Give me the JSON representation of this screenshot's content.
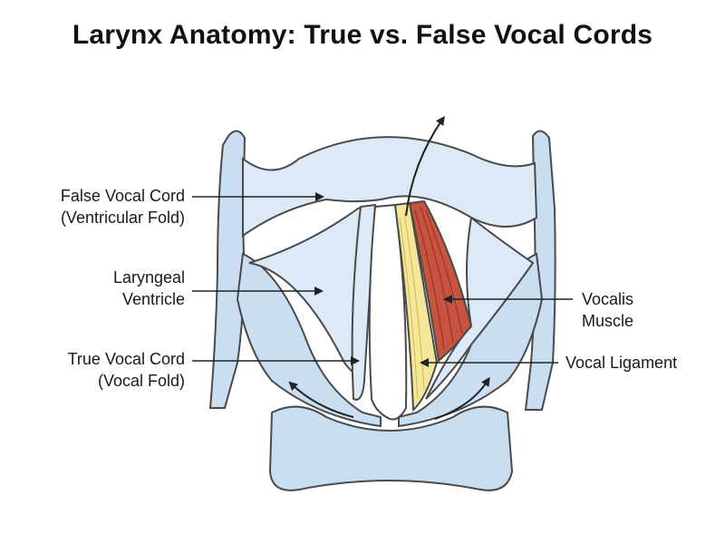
{
  "title": "Larynx Anatomy: True vs. False Vocal Cords",
  "labels": {
    "false_vocal_cord": [
      "False Vocal Cord",
      "(Ventricular Fold)"
    ],
    "laryngeal_ventricle": [
      "Laryngeal",
      "Ventricle"
    ],
    "true_vocal_cord": [
      "True Vocal Cord",
      "(Vocal Fold)"
    ],
    "vocalis_muscle": [
      "Vocalis",
      "Muscle"
    ],
    "vocal_ligament": [
      "Vocal Ligament"
    ]
  },
  "colors": {
    "cartilage": "#c9def1",
    "cartilage_light": "#dceaf7",
    "outline": "#4a4a4a",
    "muscle": "#c8533f",
    "ligament": "#f5e79a",
    "text": "#1a1a1a"
  }
}
